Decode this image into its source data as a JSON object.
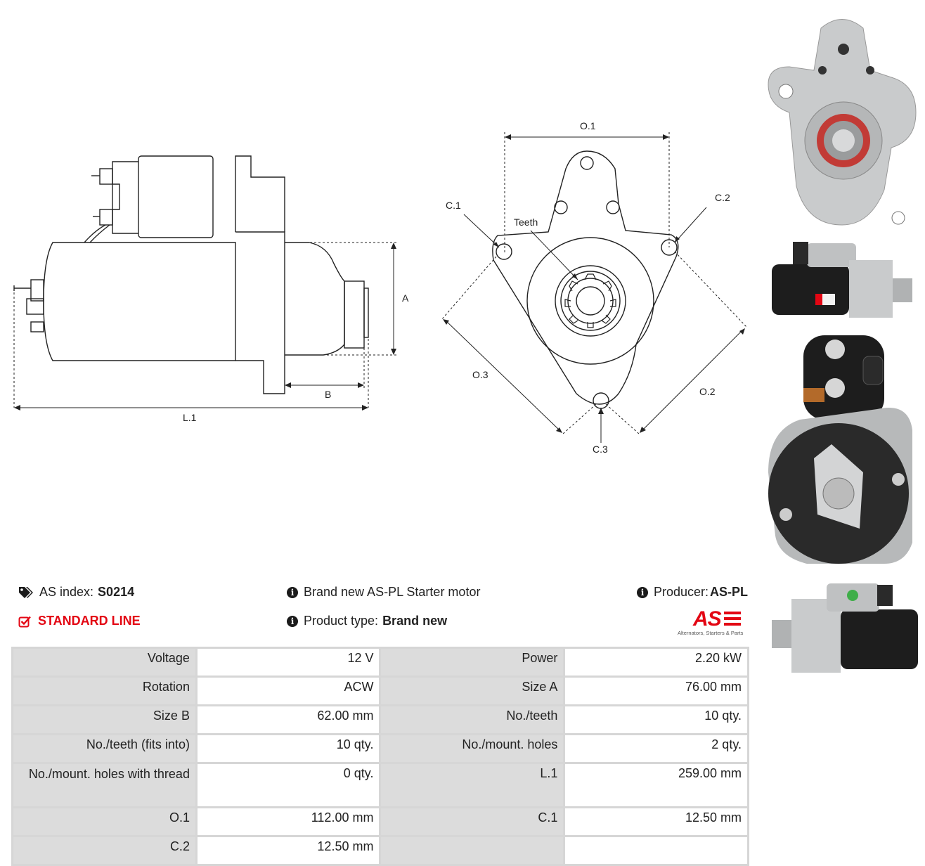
{
  "diagram": {
    "labels": {
      "A": "A",
      "B": "B",
      "L1": "L.1",
      "O1": "O.1",
      "O2": "O.2",
      "O3": "O.3",
      "C1": "C.1",
      "C2": "C.2",
      "C3": "C.3",
      "teeth": "Teeth"
    }
  },
  "info": {
    "as_index_label": "AS index:",
    "as_index_value": "S0214",
    "line": "STANDARD LINE",
    "description": "Brand new AS-PL Starter motor",
    "product_type_label": "Product type:",
    "product_type_value": "Brand new",
    "producer_label": "Producer:",
    "producer_value": "AS-PL",
    "logo_text": "AS",
    "logo_tagline": "Alternators, Starters & Parts"
  },
  "specs": [
    [
      "Voltage",
      "12 V",
      "Power",
      "2.20 kW"
    ],
    [
      "Rotation",
      "ACW",
      "Size A",
      "76.00 mm"
    ],
    [
      "Size B",
      "62.00 mm",
      "No./teeth",
      "10 qty."
    ],
    [
      "No./teeth (fits into)",
      "10 qty.",
      "No./mount. holes",
      "2 qty."
    ],
    [
      "No./mount. holes with thread",
      "0 qty.",
      "L.1",
      "259.00 mm"
    ],
    [
      "O.1",
      "112.00 mm",
      "C.1",
      "12.50 mm"
    ],
    [
      "C.2",
      "12.50 mm",
      "",
      ""
    ]
  ],
  "colors": {
    "accent_red": "#e30613",
    "photo_metal": "#c9cbcc",
    "photo_dark": "#1d1d1d"
  }
}
